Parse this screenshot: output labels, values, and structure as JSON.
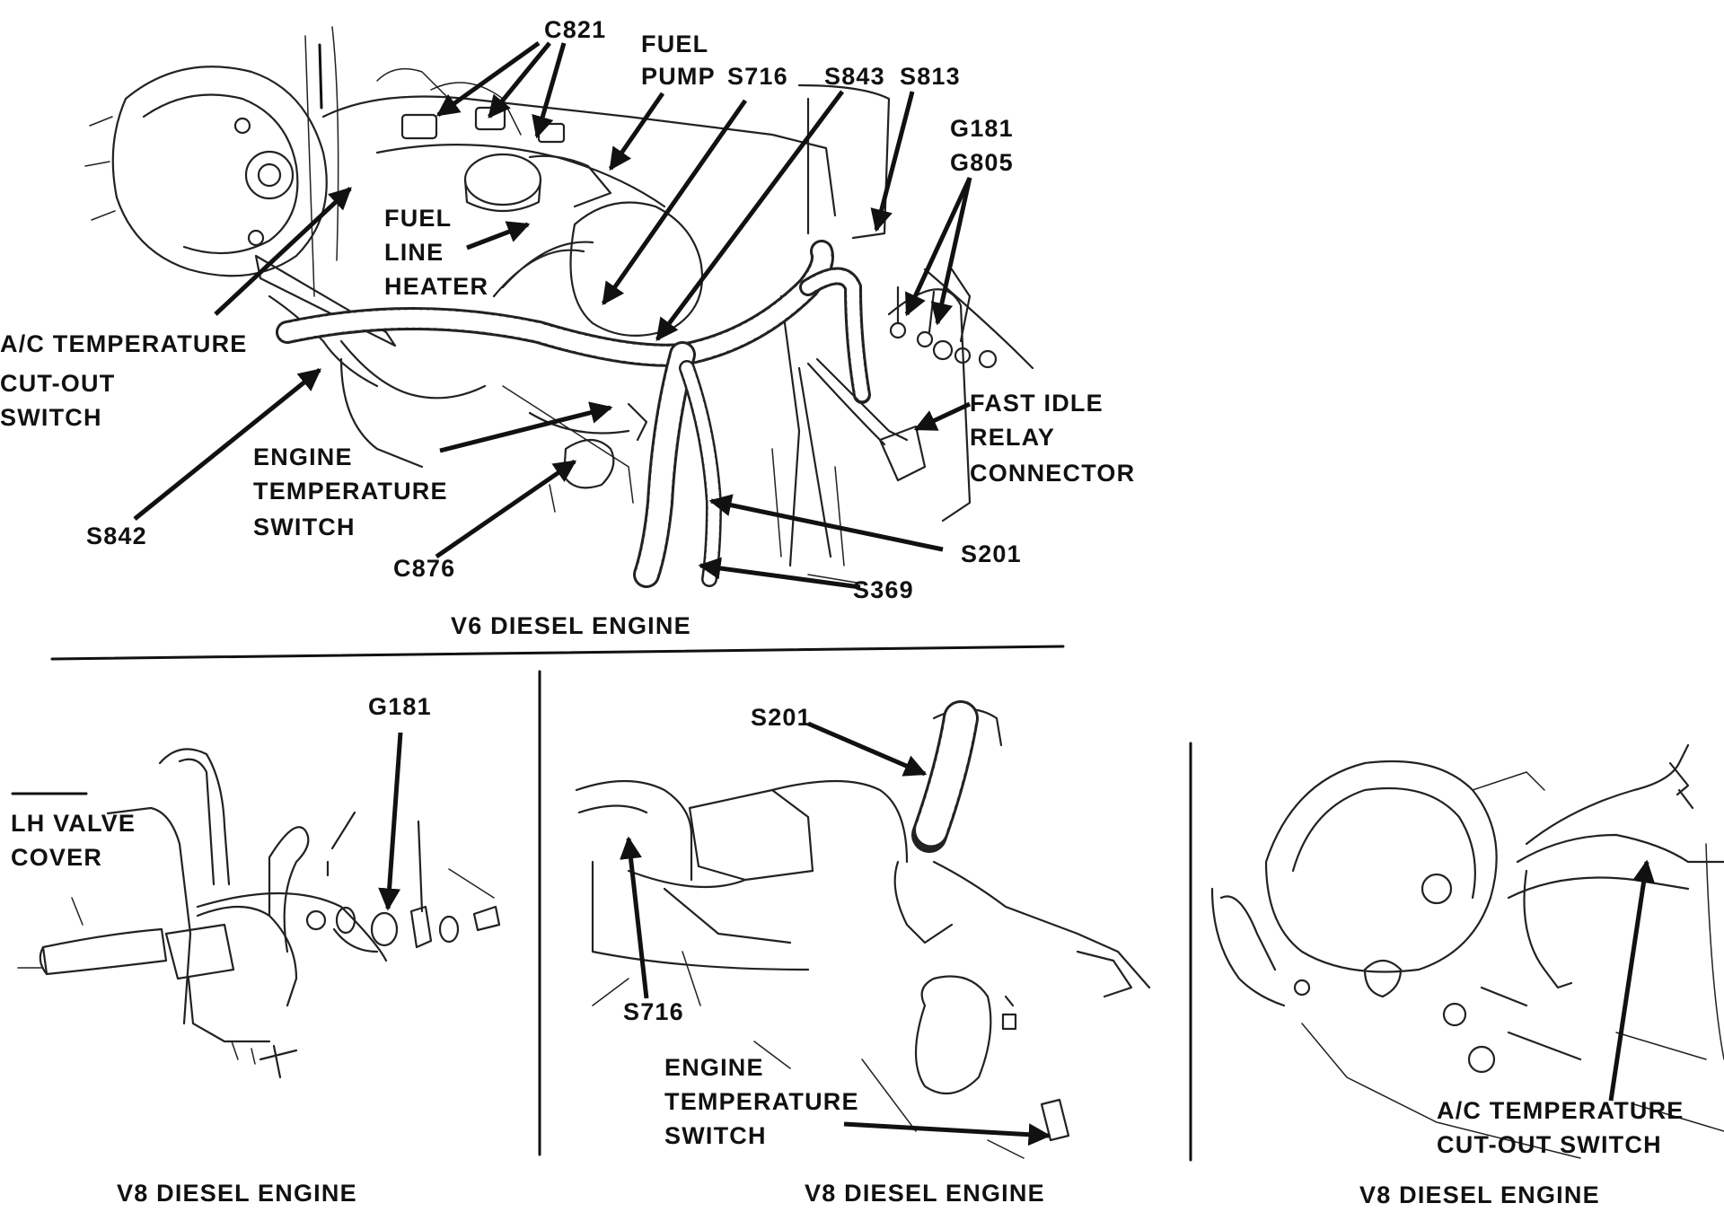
{
  "v6_diagram": {
    "caption": "V6 DIESEL ENGINE",
    "callouts": {
      "c821": "C821",
      "fuel_pump": [
        "FUEL",
        "PUMP"
      ],
      "s716": "S716",
      "s843": "S843",
      "s813": "S813",
      "g181_g805": [
        "G181",
        "G805"
      ],
      "fuel_line_heater": [
        "FUEL",
        "LINE",
        "HEATER"
      ],
      "ac_switch": [
        "A/C TEMPERATURE",
        "CUT-OUT",
        "SWITCH"
      ],
      "engine_temp_switch": [
        "ENGINE",
        "TEMPERATURE",
        "SWITCH"
      ],
      "fast_idle_relay": [
        "FAST IDLE",
        "RELAY",
        "CONNECTOR"
      ],
      "s842": "S842",
      "c876": "C876",
      "s201": "S201",
      "s369": "S369"
    }
  },
  "v8_left": {
    "caption": "V8 DIESEL ENGINE",
    "callouts": {
      "g181": "G181",
      "lh_valve_cover": [
        "LH VALVE",
        "COVER"
      ]
    }
  },
  "v8_middle": {
    "caption": "V8 DIESEL ENGINE",
    "callouts": {
      "s201": "S201",
      "s716": "S716",
      "engine_temp_switch": [
        "ENGINE",
        "TEMPERATURE",
        "SWITCH"
      ]
    }
  },
  "v8_right": {
    "caption": "V8 DIESEL ENGINE",
    "callouts": {
      "ac_switch": [
        "A/C TEMPERATURE",
        "CUT-OUT SWITCH"
      ]
    }
  }
}
